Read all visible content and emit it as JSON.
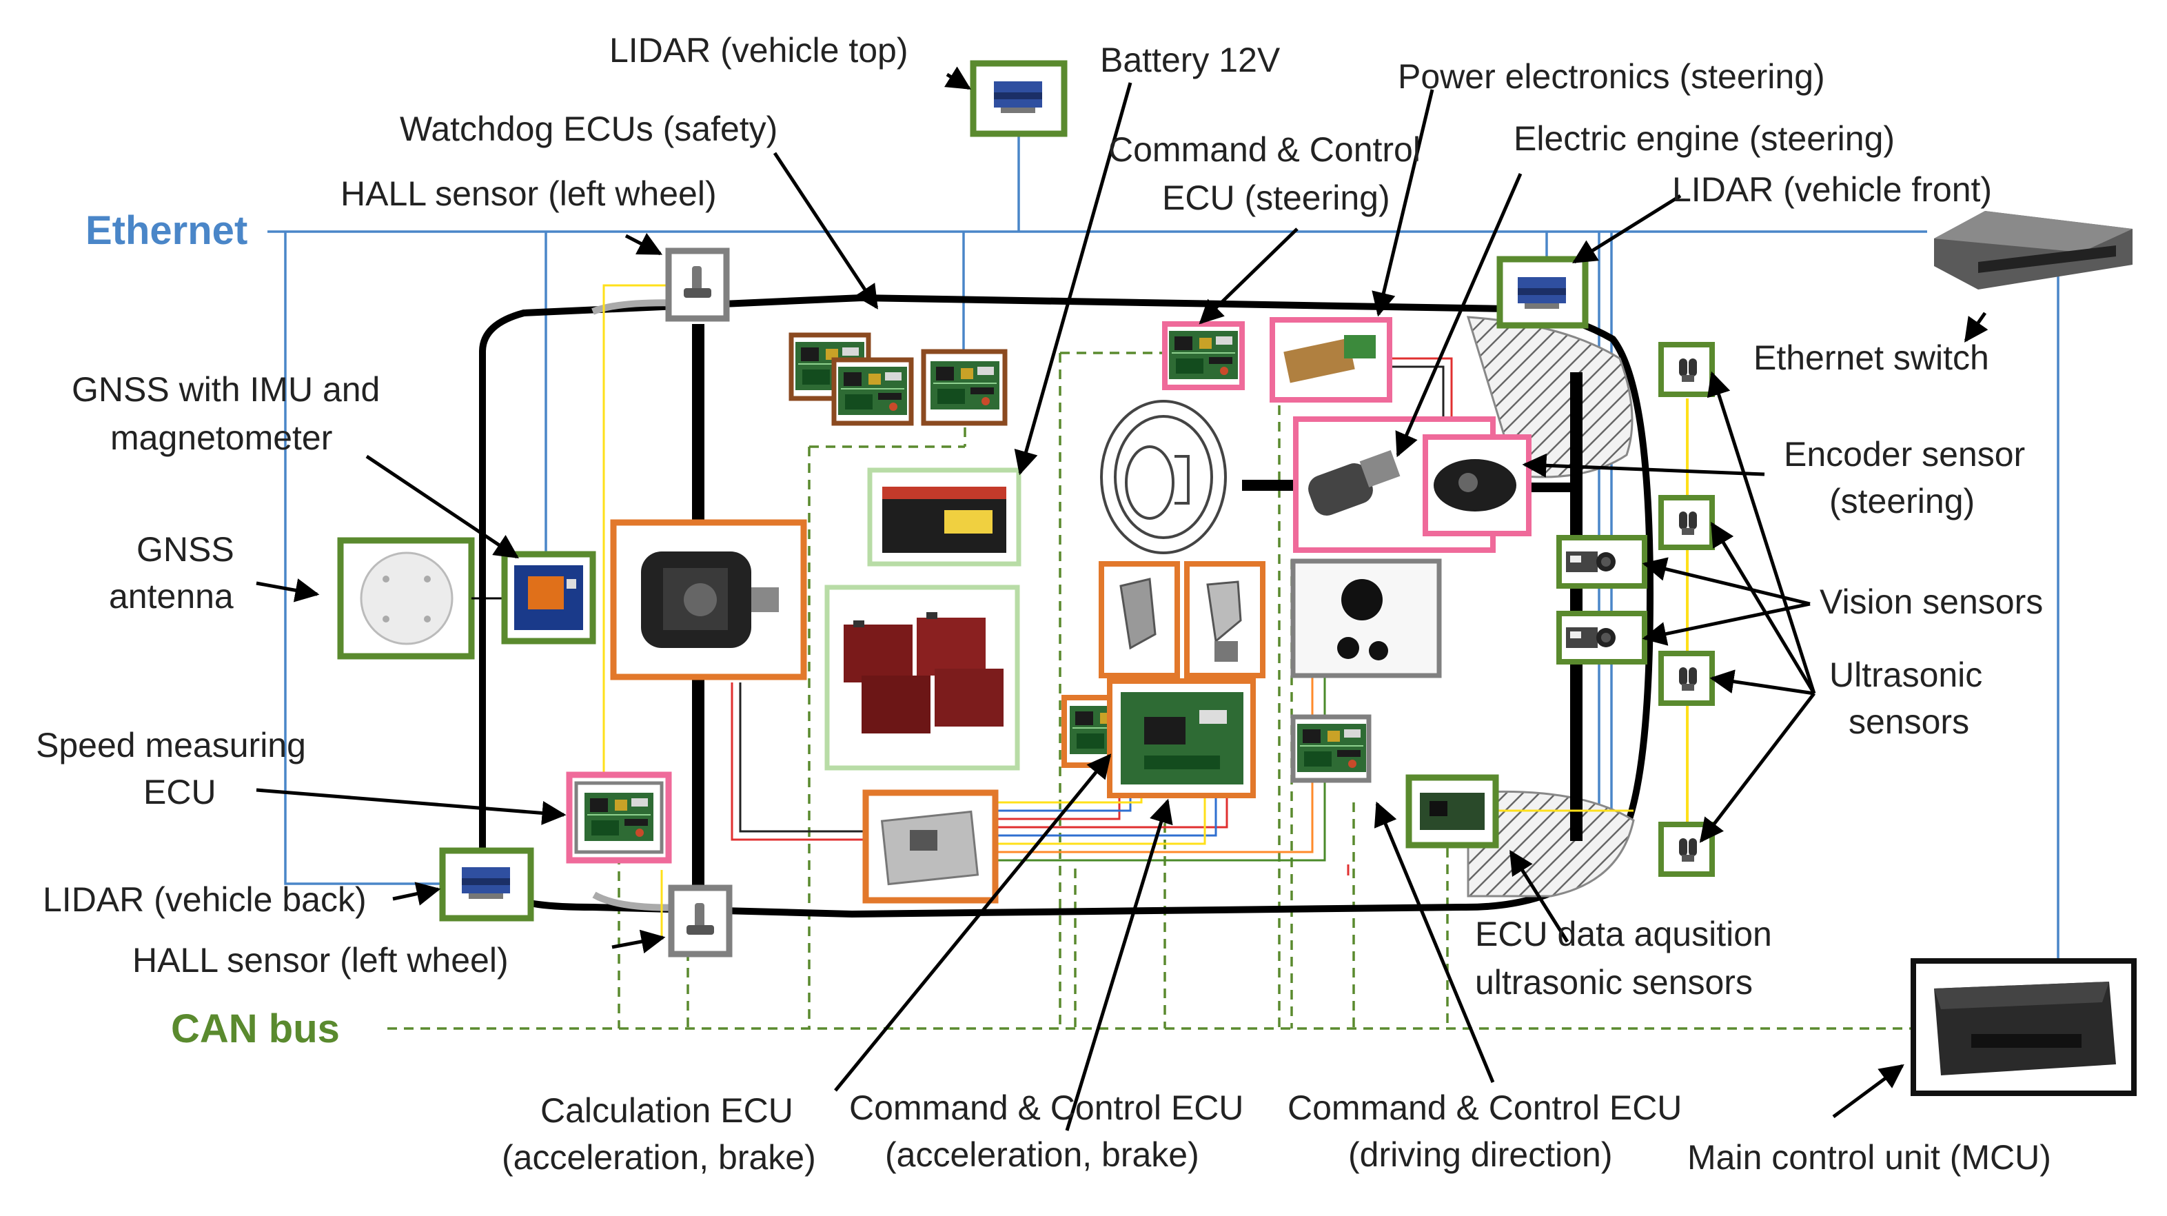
{
  "colors": {
    "ethernet": "#4a86c8",
    "can": "#5a8a2e",
    "frame_green": "#5a8a2e",
    "frame_orange": "#e2782b",
    "frame_pink": "#ef6a9a",
    "frame_brown": "#8b4a20",
    "frame_gray": "#808080",
    "frame_lightgreen": "#b8dca6",
    "frame_black": "#111111"
  },
  "buses": {
    "ethernet": "Ethernet",
    "can": "CAN bus"
  },
  "labels": {
    "lidar_top": "LIDAR (vehicle top)",
    "battery": "Battery 12V",
    "power_electronics": "Power electronics (steering)",
    "watchdog": "Watchdog ECUs (safety)",
    "cc_steering_1": "Command & Control",
    "cc_steering_2": "ECU (steering)",
    "electric_engine": "Electric engine (steering)",
    "hall_top": "HALL sensor (left wheel)",
    "lidar_front": "LIDAR (vehicle front)",
    "gnss_imu_1": "GNSS with IMU and",
    "gnss_imu_2": "magnetometer",
    "ethernet_switch": "Ethernet switch",
    "encoder_1": "Encoder sensor",
    "encoder_2": "(steering)",
    "gnss_ant_1": "GNSS",
    "gnss_ant_2": "antenna",
    "vision": "Vision sensors",
    "ultra_1": "Ultrasonic",
    "ultra_2": "sensors",
    "speed_1": "Speed measuring",
    "speed_2": "ECU",
    "lidar_back": "LIDAR (vehicle back)",
    "hall_bottom": "HALL sensor (left wheel)",
    "ecu_daq_1": "ECU data aqusition",
    "ecu_daq_2": "ultrasonic sensors",
    "calc_1": "Calculation ECU",
    "calc_2": "(acceleration, brake)",
    "cc_accel_1": "Command & Control ECU",
    "cc_accel_2": "(acceleration, brake)",
    "cc_dir_1": "Command & Control ECU",
    "cc_dir_2": "(driving direction)",
    "mcu": "Main control unit (MCU)"
  },
  "icons": [
    "lidar-icon",
    "hall-sensor-icon",
    "ecu-board-icon",
    "battery-icon",
    "traction-battery-icon",
    "electric-motor-icon",
    "gnss-antenna-icon",
    "ultrasonic-sensor-icon",
    "camera-icon",
    "ethernet-switch-icon",
    "steering-wheel-icon",
    "pedal-icon",
    "encoder-icon",
    "mcu-box-icon"
  ]
}
